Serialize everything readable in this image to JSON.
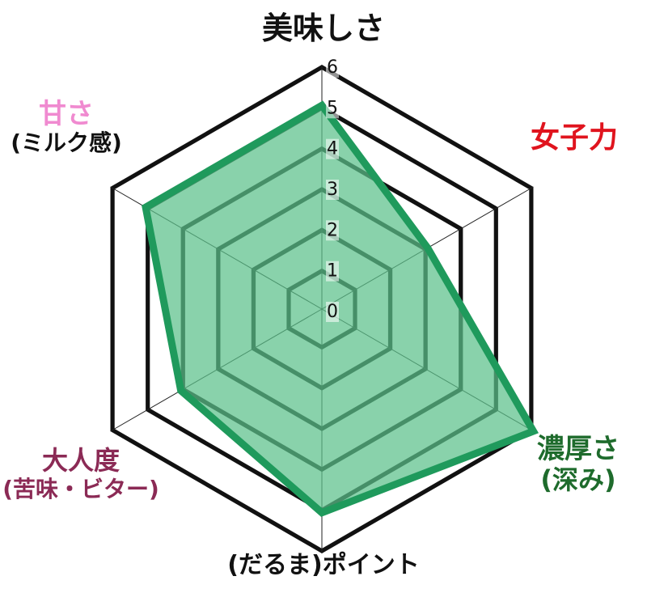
{
  "chart_data": {
    "type": "radar",
    "title": "",
    "scale_min": 0,
    "scale_max": 6,
    "tick_labels": [
      "0",
      "1",
      "2",
      "3",
      "4",
      "5",
      "6"
    ],
    "axes": [
      {
        "key": "umami",
        "lines": [
          "美味しさ"
        ],
        "colors": [
          "#111111"
        ]
      },
      {
        "key": "joshi",
        "lines": [
          "女子力"
        ],
        "colors": [
          "#e0141e"
        ]
      },
      {
        "key": "nouko",
        "lines": [
          "濃厚さ",
          "(深み)"
        ],
        "colors": [
          "#1e6b2c",
          "#1e6b2c"
        ]
      },
      {
        "key": "daruma",
        "lines": [
          "(だるま)ポイント"
        ],
        "colors": [
          "#111111"
        ]
      },
      {
        "key": "otona",
        "lines": [
          "大人度",
          "(苦味・ビター)"
        ],
        "colors": [
          "#8b2a55",
          "#8b2a55"
        ]
      },
      {
        "key": "amasa",
        "lines": [
          "甘さ",
          "(ミルク感)"
        ],
        "colors": [
          "#f08ad0",
          "#111111"
        ]
      }
    ],
    "series": [
      {
        "values": [
          5,
          3,
          6,
          5,
          4,
          5
        ]
      }
    ],
    "colors": {
      "series_line": "#1f9a5c",
      "series_fill": "#5cc08a",
      "grid_dark": "#111111",
      "grid_light": "#ffffff"
    }
  }
}
